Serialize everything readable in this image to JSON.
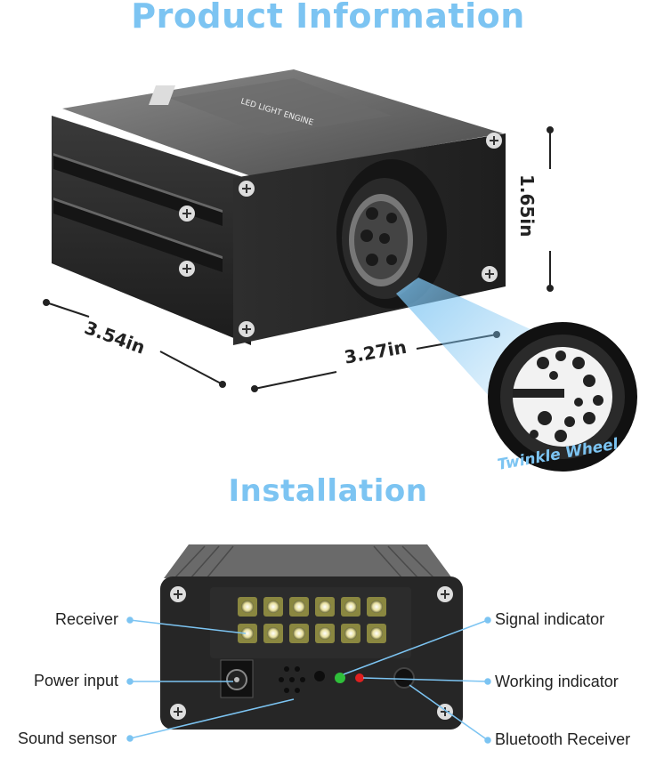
{
  "headings": {
    "product_information": "Product Information",
    "installation": "Installation"
  },
  "dimensions": {
    "depth": "3.54in",
    "width": "3.27in",
    "height": "1.65in"
  },
  "twinkle_wheel_label": "Twinkle Wheel",
  "device_label": {
    "brand": "LED LIGHT ENGINE"
  },
  "callouts": {
    "receiver": "Receiver",
    "power_input": "Power input",
    "sound_sensor": "Sound sensor",
    "signal_indicator": "Signal indicator",
    "working_indicator": "Working indicator",
    "bluetooth_receiver": "Bluetooth Receiver"
  },
  "colors": {
    "heading": "#7cc4f2",
    "callout_line": "#7cc4f2",
    "signal_led": "#2fbf3a",
    "working_led": "#e02020"
  }
}
